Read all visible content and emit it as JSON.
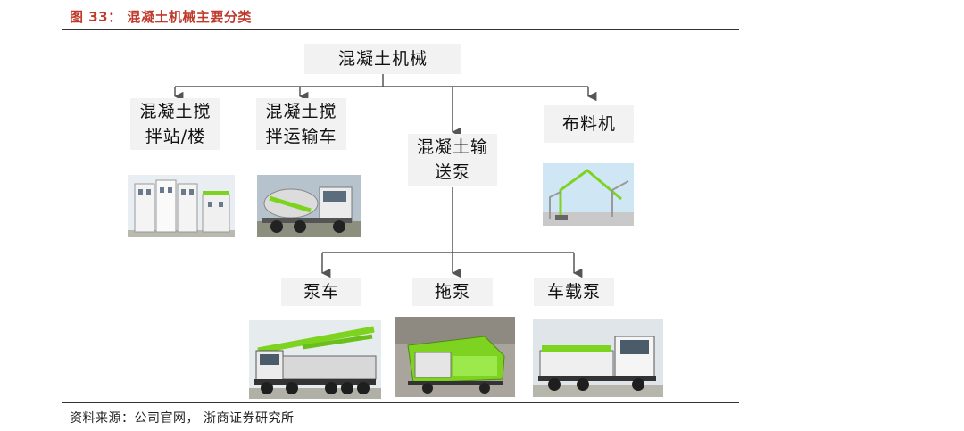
{
  "figure": {
    "title": "图 33：  混凝土机械主要分类",
    "source": "资料来源：公司官网，  浙商证券研究所"
  },
  "diagram": {
    "root": "混凝土机械",
    "categories": [
      {
        "line1": "混凝土搅",
        "line2": "拌站/楼"
      },
      {
        "line1": "混凝土搅",
        "line2": "拌运输车"
      },
      {
        "line1": "混凝土输",
        "line2": "送泵"
      },
      {
        "line1": "布料机",
        "line2": ""
      }
    ],
    "pump_types": [
      "泵车",
      "拖泵",
      "车载泵"
    ]
  },
  "colors": {
    "title_red": "#c0392b",
    "node_bg": "#f2f2f2",
    "line": "#555555",
    "machine_green": "#7ed321"
  }
}
